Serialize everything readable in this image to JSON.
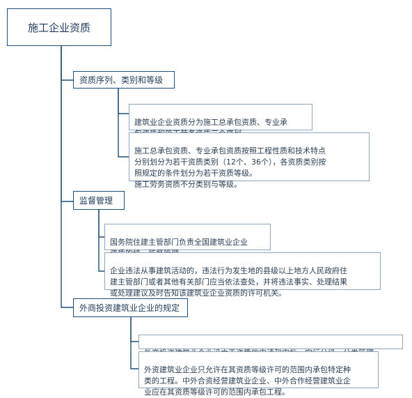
{
  "root": {
    "label": "施工企业资质"
  },
  "categories": [
    {
      "id": "seq",
      "label": "资质序列、类别和等级",
      "items": [
        "建筑业企业资质分为施工总承包资质、专业承\n包资质和施工劳务资质三个序列。",
        "施工总承包资质、专业承包资质按照工程性质和技术特点\n分别划分为若干资质类别（12个、36个），各资质类别按\n照规定的条件划分为若干资质等级。\n施工劳务资质不分类别与等级。"
      ]
    },
    {
      "id": "sup",
      "label": "监督管理",
      "items": [
        "国务院住建主管部门负责全国建筑业企业\n资质的统一监督管理。",
        "企业违法从事建筑活动的，违法行为发生地的县级以上地方人民政府住\n建主管部门或者其他有关部门应当依法查处，并将违法事实、处理结果\n或处理建议及时告知该建筑业企业资质的许可机关。"
      ]
    },
    {
      "id": "foreign",
      "label": "外商投资建筑业企业的规定",
      "items": [
        "外商投资建筑业企业设立于资质的申请和审批，实行分级、分类管理",
        "外资建筑业企业只允许在其资质等级许可的范围内承包特定种\n类的工程。中外合资经营建筑业企业、中外合作经营建筑业企\n业应在其资质等级许可的范围内承包工程。"
      ]
    }
  ]
}
